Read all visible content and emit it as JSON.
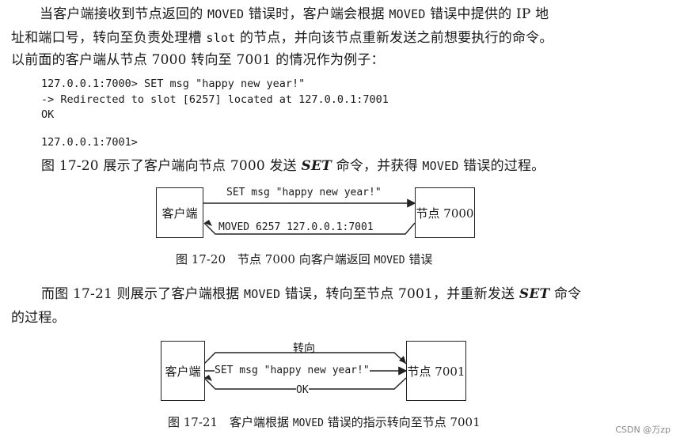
{
  "paragraph1": {
    "line1_a": "当客户端接收到节点返回的 ",
    "line1_code": "MOVED",
    "line1_b": " 错误时，客户端会根据 ",
    "line1_code2": "MOVED",
    "line1_c": " 错误中提供的 IP 地",
    "line2_a": "址和端口号，转向至负责处理槽 ",
    "line2_code": "slot",
    "line2_b": " 的节点，并向该节点重新发送之前想要执行的命令。",
    "line3": "以前面的客户端从节点 7000 转向至 7001 的情况作为例子："
  },
  "code_block": {
    "line1": "127.0.0.1:7000> SET msg \"happy new year!\"",
    "line2": "-> Redirected to slot [6257] located at 127.0.0.1:7001",
    "line3": "OK",
    "line4": "127.0.0.1:7001>"
  },
  "paragraph2": {
    "a": "图 17-20 展示了客户端向节点 7000 发送 ",
    "cmd": "SET",
    "b": " 命令，并获得 ",
    "code": "MOVED",
    "c": " 错误的过程。"
  },
  "figure1": {
    "client_label": "客户端",
    "node_label": "节点 7000",
    "top_arrow_label": "SET msg \"happy new year!\"",
    "bottom_arrow_label": "MOVED 6257 127.0.0.1:7001",
    "caption_a": "图 17-20　节点 7000 向客户端返回 ",
    "caption_code": "MOVED",
    "caption_b": " 错误"
  },
  "paragraph3": {
    "line1_a": "而图 17-21 则展示了客户端根据 ",
    "line1_code": "MOVED",
    "line1_b": " 错误，转向至节点 7001，并重新发送 ",
    "line1_cmd": "SET",
    "line1_c": " 命令",
    "line2": "的过程。"
  },
  "figure2": {
    "client_label": "客户端",
    "node_label": "节点 7001",
    "top_label": "转向",
    "middle_label": "SET msg \"happy new year!\"",
    "bottom_label": "OK",
    "caption_a": "图 17-21　客户端根据 ",
    "caption_code": "MOVED",
    "caption_b": " 错误的指示转向至节点 7001"
  },
  "watermark": "CSDN @万zp"
}
